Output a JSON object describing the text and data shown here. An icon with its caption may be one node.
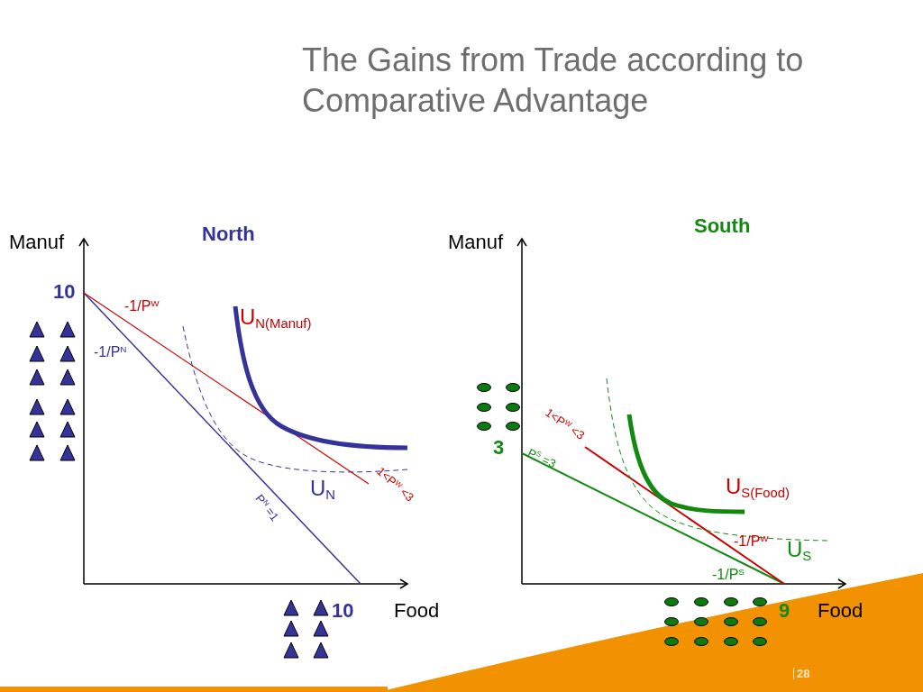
{
  "diagram": {
    "title": "The Gains from Trade according to Comparative Advantage",
    "labels": [
      "Manuf",
      "North",
      "10",
      "-1/P$^{W}$",
      "U$_{N(Manuf)}$",
      "-1/P$^{N}$",
      "U$_{N}$",
      "1<P$^{W}$ <3",
      "P$^{N}$ =1",
      "10",
      "Food",
      "Manuf",
      "South",
      "1<P$^{W}$ <3",
      "3",
      "P$^{S}$ =3",
      "U$_{S(Food)}$",
      "-1/P$^{W}$",
      "U$_{S}$",
      "-1/P$^{S}$",
      "9",
      "Food",
      "28"
    ]
  }
}
